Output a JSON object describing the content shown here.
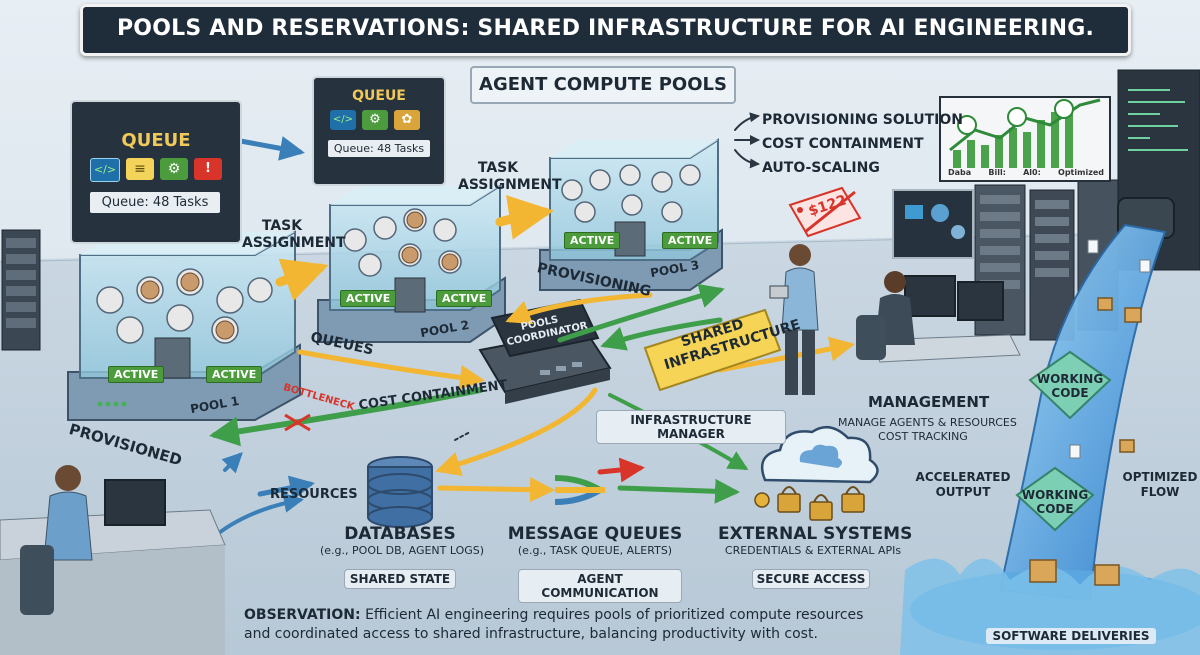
{
  "title": "POOLS AND RESERVATIONS: SHARED INFRASTRUCTURE FOR AI ENGINEERING.",
  "pools_header": "AGENT COMPUTE POOLS",
  "queue_large": {
    "heading": "QUEUE",
    "tasks": "Queue: 48 Tasks"
  },
  "queue_small": {
    "heading": "QUEUE",
    "tasks": "Queue: 48 Tasks"
  },
  "pools": [
    {
      "label": "POOL 1",
      "status_a": "ACTIVE",
      "status_b": "ACTIVE"
    },
    {
      "label": "POOL 2",
      "status_a": "ACTIVE",
      "status_b": "ACTIVE"
    },
    {
      "label": "POOL 3",
      "status_a": "ACTIVE",
      "status_b": "ACTIVE"
    }
  ],
  "labels": {
    "task_assignment_1": "TASK ASSIGNMENT",
    "task_assignment_2": "TASK ASSIGNMENT",
    "provisioned": "PROVISIONED",
    "queues": "QUEUES",
    "provisioning": "PROVISIONING",
    "bottleneck": "BOTTLENECK",
    "cost_containment": "COST CONTAINMENT",
    "resources": "RESOURCES",
    "coordinator": "POOLS COORDINATOR",
    "shared_infra": "SHARED INFRASTRUCTURE",
    "infra_manager": "INFRASTRUCTURE MANAGER",
    "price_tag": "$122"
  },
  "solutions": [
    "PROVISIONING SOLUTION",
    "COST CONTAINMENT",
    "AUTO-SCALING"
  ],
  "chart_caption": {
    "a": "Daba",
    "b": "Bill:",
    "c": "Al0:",
    "d": "Optimized"
  },
  "management": {
    "title": "MANAGEMENT",
    "line1": "MANAGE AGENTS & RESOURCES",
    "line2": "COST TRACKING"
  },
  "resources": [
    {
      "title": "DATABASES",
      "sub": "(e.g., POOL DB, AGENT LOGS)",
      "tag": "SHARED STATE"
    },
    {
      "title": "MESSAGE QUEUES",
      "sub": "(e.g., TASK QUEUE, ALERTS)",
      "tag": "AGENT COMMUNICATION"
    },
    {
      "title": "EXTERNAL SYSTEMS",
      "sub": "CREDENTIALS & EXTERNAL APIs",
      "tag": "SECURE ACCESS"
    }
  ],
  "output": {
    "working_code_1": "WORKING CODE",
    "working_code_2": "WORKING CODE",
    "accelerated": "ACCELERATED OUTPUT",
    "optimized_flow": "OPTIMIZED FLOW",
    "deliveries": "SOFTWARE DELIVERIES"
  },
  "observation": {
    "lead": "OBSERVATION:",
    "line1": "Efficient AI engineering requires pools of prioritized compute resources",
    "line2": "and coordinated access to shared infrastructure, balancing productivity with cost."
  },
  "colors": {
    "title_bg": "#1f2d3a",
    "active_green": "#4c9b3c",
    "arrow_yellow": "#f2b632",
    "arrow_green": "#3f9e4a",
    "arrow_red": "#d8342a",
    "water_blue": "#3a8fd6"
  }
}
